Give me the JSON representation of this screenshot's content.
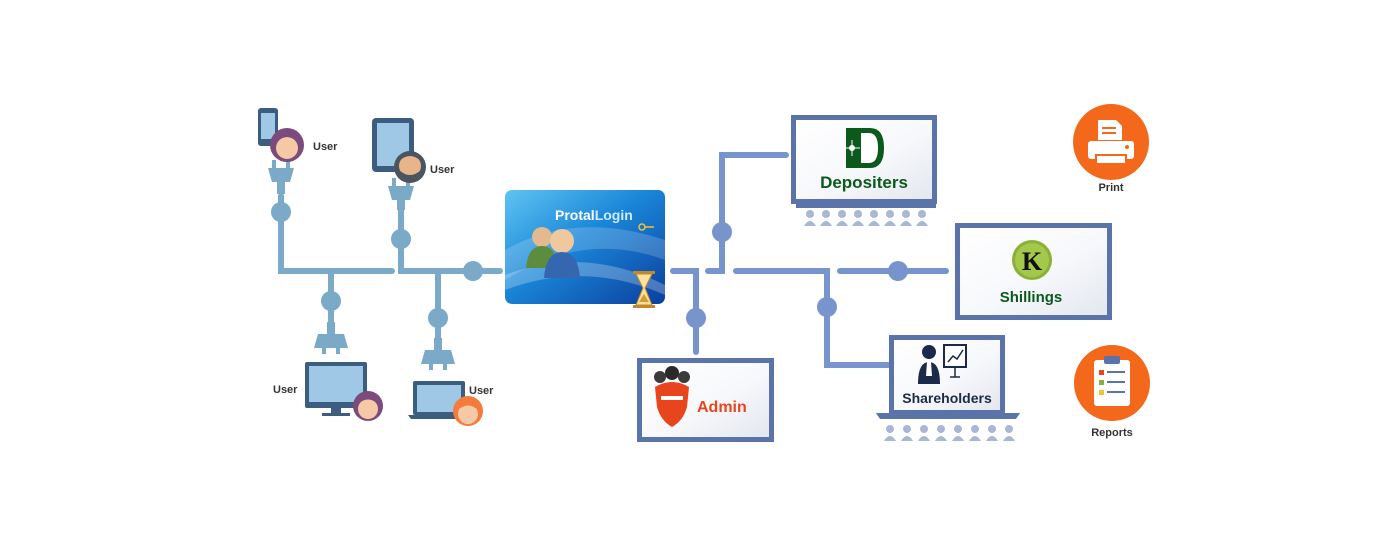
{
  "users": [
    {
      "label": "User",
      "device": "phone-icon"
    },
    {
      "label": "User",
      "device": "tablet-icon"
    },
    {
      "label": "User",
      "device": "desktop-icon"
    },
    {
      "label": "User",
      "device": "laptop-icon"
    }
  ],
  "portal": {
    "word1": "Protal",
    "word2": "Login",
    "icon": "users-icon"
  },
  "admin": {
    "label": "Admin",
    "icon": "shield-icon"
  },
  "depositers": {
    "label": "Depositers",
    "logo_letter": "D",
    "icon": "safe-icon"
  },
  "shillings": {
    "label": "Shillings",
    "logo_letter": "K",
    "icon": "coin-icon"
  },
  "shareholders": {
    "label": "Shareholders",
    "icon": "presenter-icon"
  },
  "print": {
    "label": "Print",
    "icon": "printer-icon"
  },
  "reports": {
    "label": "Reports",
    "icon": "clipboard-icon"
  },
  "colors": {
    "left_pipe": "#7aaac7",
    "right_pipe": "#7894cc",
    "monitor_frame": "#5a73a8",
    "orange": "#f4681c",
    "green": "#0b5a1c"
  }
}
